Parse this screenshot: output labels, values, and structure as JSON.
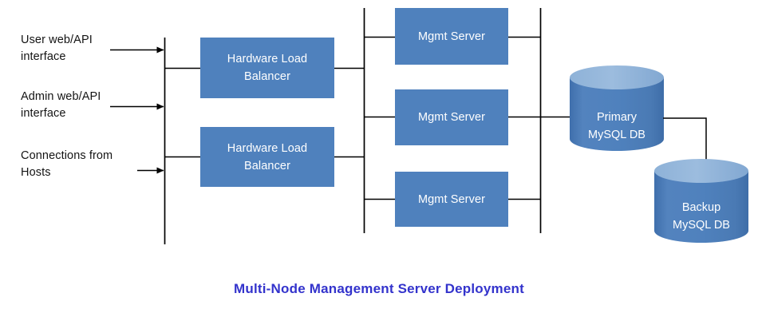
{
  "diagram": {
    "title": "Multi-Node Management Server Deployment",
    "title_color": "#3333CC",
    "node_fill_color": "#4F81BD",
    "node_text_color": "#FFFFFF",
    "line_color": "#000000",
    "background_color": "#FFFFFF",
    "inputs": [
      {
        "id": "user-web-api",
        "line1": "User web/API",
        "line2": "interface"
      },
      {
        "id": "admin-web-api",
        "line1": "Admin web/API",
        "line2": "interface"
      },
      {
        "id": "connections-from-hosts",
        "line1": "Connections from",
        "line2": "Hosts"
      }
    ],
    "load_balancers": [
      {
        "id": "hardware-load-balancer-1",
        "line1": "Hardware Load",
        "line2": "Balancer"
      },
      {
        "id": "hardware-load-balancer-2",
        "line1": "Hardware Load",
        "line2": "Balancer"
      }
    ],
    "mgmt_servers": [
      {
        "id": "mgmt-server-1",
        "label": "Mgmt Server"
      },
      {
        "id": "mgmt-server-2",
        "label": "Mgmt Server"
      },
      {
        "id": "mgmt-server-3",
        "label": "Mgmt Server"
      }
    ],
    "databases": [
      {
        "id": "primary-mysql-db",
        "line1": "Primary",
        "line2": "MySQL DB"
      },
      {
        "id": "backup-mysql-db",
        "line1": "Backup",
        "line2": "MySQL DB"
      }
    ]
  }
}
